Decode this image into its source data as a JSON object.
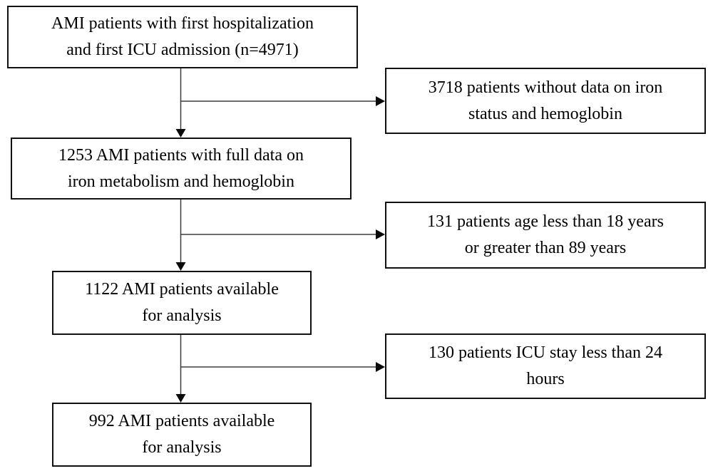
{
  "diagram": {
    "type": "flowchart",
    "background_color": "#ffffff",
    "box_border_color": "#111111",
    "text_color": "#000000",
    "connector_color": "#3d3d3d",
    "nodes": [
      {
        "id": "enrollment",
        "role": "main",
        "text": "AMI patients with first hospitalization\nand first ICU admission (n=4971)"
      },
      {
        "id": "excluded-no-iron-data",
        "role": "exclusion",
        "text": "3718 patients without data on iron\nstatus and hemoglobin"
      },
      {
        "id": "full-data",
        "role": "main",
        "text": "1253 AMI patients with full data on\niron metabolism and hemoglobin"
      },
      {
        "id": "excluded-age",
        "role": "exclusion",
        "text": "131 patients age less than 18 years\nor greater than 89 years"
      },
      {
        "id": "available-1122",
        "role": "main",
        "text": "1122 AMI patients available\nfor analysis"
      },
      {
        "id": "excluded-icu-stay",
        "role": "exclusion",
        "text": "130 patients ICU stay less than 24\nhours"
      },
      {
        "id": "available-992",
        "role": "main",
        "text": "992 AMI patients available\nfor analysis"
      }
    ],
    "connections": [
      {
        "from": "enrollment",
        "to": "full-data",
        "type": "arrow-down"
      },
      {
        "from": "enrollment",
        "to": "excluded-no-iron-data",
        "type": "arrow-right-branch"
      },
      {
        "from": "full-data",
        "to": "available-1122",
        "type": "arrow-down"
      },
      {
        "from": "full-data",
        "to": "excluded-age",
        "type": "arrow-right-branch"
      },
      {
        "from": "available-1122",
        "to": "available-992",
        "type": "arrow-down"
      },
      {
        "from": "available-1122",
        "to": "excluded-icu-stay",
        "type": "arrow-right-branch"
      }
    ]
  }
}
